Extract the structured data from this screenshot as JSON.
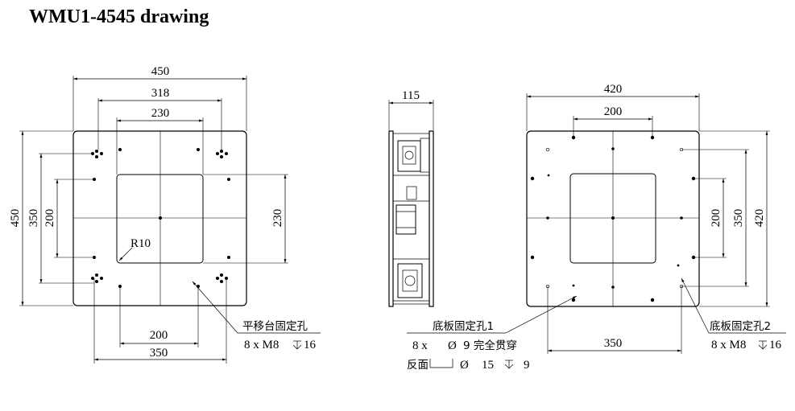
{
  "title": "WMU1-4545 drawing",
  "left_view": {
    "dims": {
      "overall_width": "450",
      "hole_spacing_318": "318",
      "opening_230_top": "230",
      "overall_height": "450",
      "hole_spacing_350_v": "350",
      "hole_spacing_200_v": "200",
      "opening_230_right": "230",
      "bottom_200": "200",
      "bottom_350": "350"
    },
    "radius_label": "R10",
    "callout_title": "平移台固定孔",
    "callout_spec": "8 x  M8",
    "callout_depth": "16"
  },
  "side_view": {
    "dims": {
      "width": "115"
    }
  },
  "right_view": {
    "dims": {
      "overall_width": "420",
      "top_200": "200",
      "v_200": "200",
      "v_350": "350",
      "overall_height": "420",
      "bottom_350": "350"
    },
    "callout1_title": "底板固定孔1",
    "callout1_line1_a": "8 x",
    "callout1_line1_dia": "Ø",
    "callout1_line1_b": "9 完全贯穿",
    "callout1_line2_a": "反面",
    "callout1_line2_dia": "Ø",
    "callout1_line2_b": "15",
    "callout1_line2_depth": "9",
    "callout2_title": "底板固定孔2",
    "callout2_spec": "8 x  M8",
    "callout2_depth": "16"
  }
}
